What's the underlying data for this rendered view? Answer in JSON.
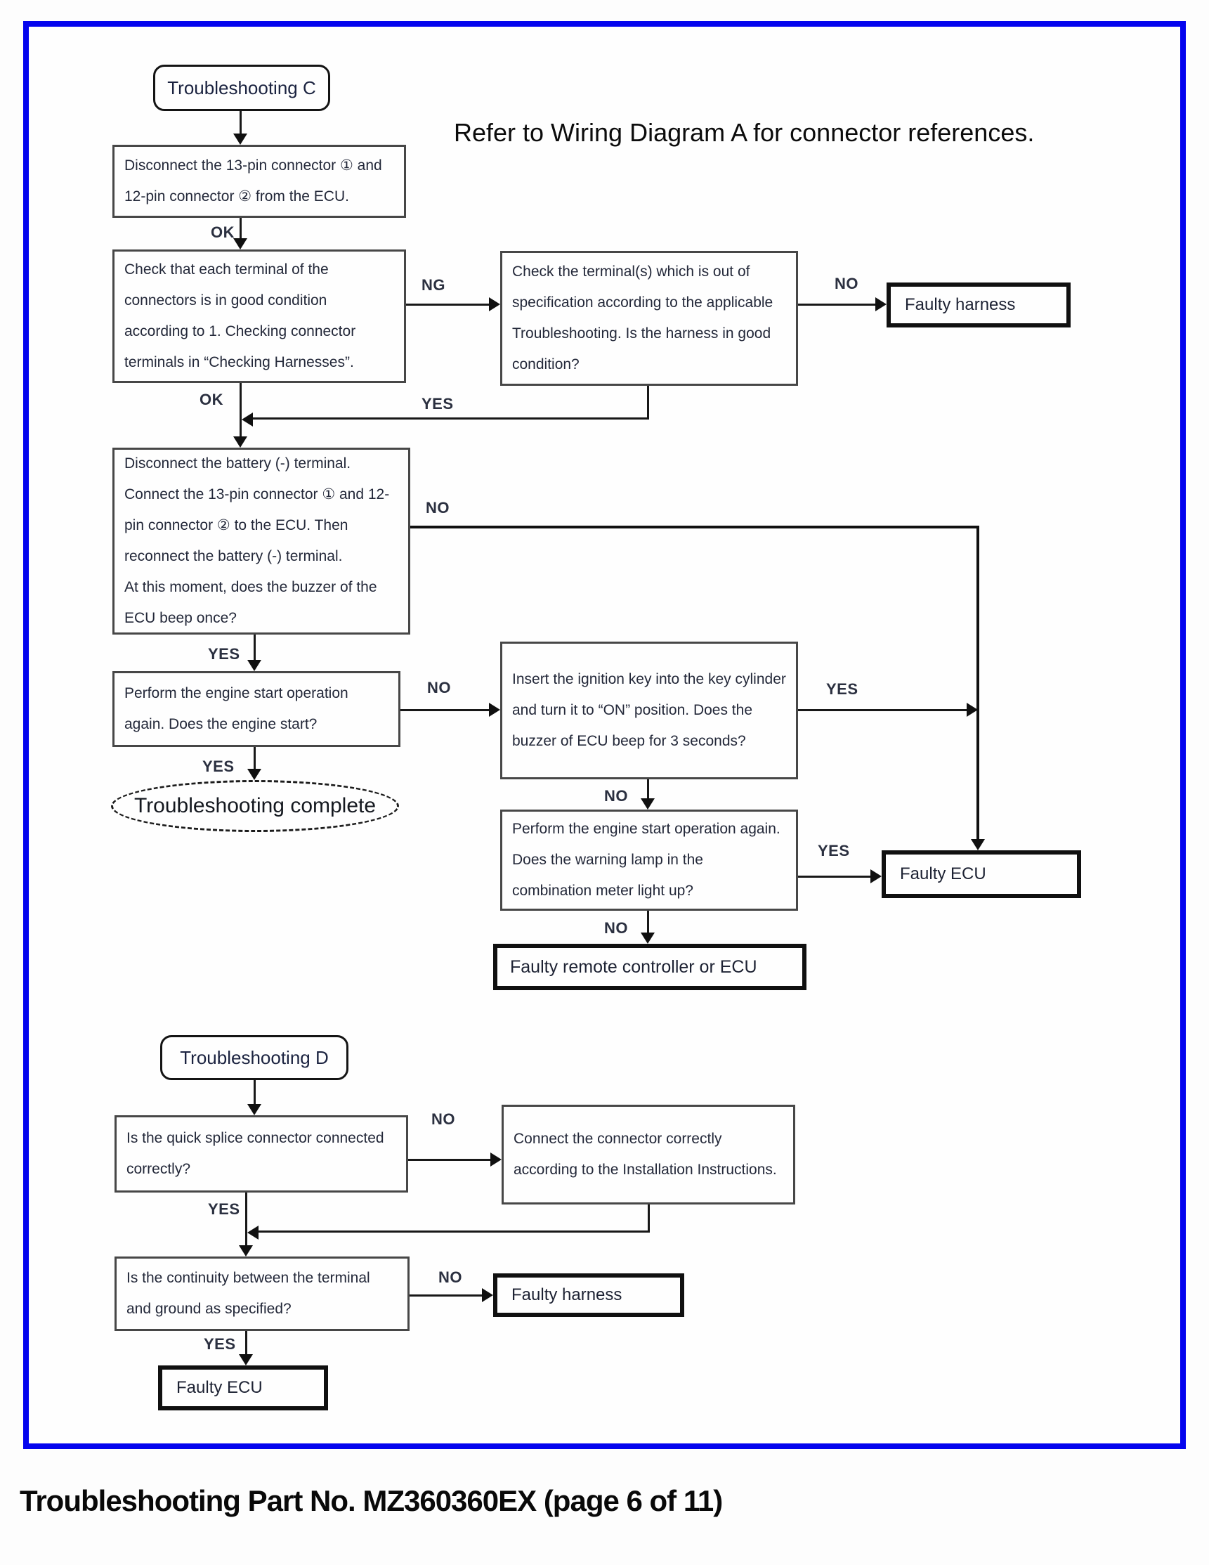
{
  "page": {
    "border_color": "#0404ee",
    "note": "Refer to Wiring Diagram A for connector references.",
    "caption": "Troubleshooting Part No. MZ360360EX (page 6 of 11)"
  },
  "c": {
    "title": "Troubleshooting C",
    "nodes": {
      "disconnect": "Disconnect the 13-pin connector ① and 12-pin connector ② from the ECU.",
      "check_terminals": "Check that each terminal of the connectors is in good condition according to 1. Checking connector terminals in “Checking Harnesses”.",
      "check_spec": "Check the terminal(s) which is out of specification according to the applicable Troubleshooting. Is the harness in good condition?",
      "faulty_harness": "Faulty harness",
      "battery_p1": "Disconnect the battery (-) terminal. Connect the 13-pin connector ① and 12-pin connector ② to the ECU. Then reconnect the battery (-) terminal.",
      "battery_p2": "At this moment, does the buzzer of the ECU beep once?",
      "engine_start": "Perform the engine start operation again. Does the engine start?",
      "complete": "Troubleshooting complete",
      "ignition": "Insert the ignition key into the key cylinder and turn it to “ON” position. Does the buzzer of ECU beep for 3 seconds?",
      "warning_lamp": "Perform the engine start operation again. Does the warning lamp in the combination meter light up?",
      "faulty_ecu": "Faulty ECU",
      "faulty_remote": "Faulty remote controller or ECU"
    },
    "labels": {
      "ok1": "OK",
      "ng1": "NG",
      "no1": "NO",
      "ok2": "OK",
      "yes1": "YES",
      "no2": "NO",
      "yes2": "YES",
      "no3": "NO",
      "yes3": "YES",
      "yes4": "YES",
      "no4": "NO",
      "yes5": "YES",
      "no5": "NO"
    }
  },
  "d": {
    "title": "Troubleshooting D",
    "nodes": {
      "quick_splice": "Is the quick splice connector connected correctly?",
      "connect_correctly": "Connect the connector correctly according to the Installation Instructions.",
      "continuity": "Is the continuity between the terminal and ground as specified?",
      "faulty_harness": "Faulty harness",
      "faulty_ecu": "Faulty ECU"
    },
    "labels": {
      "no1": "NO",
      "yes1": "YES",
      "no2": "NO",
      "yes2": "YES"
    }
  }
}
